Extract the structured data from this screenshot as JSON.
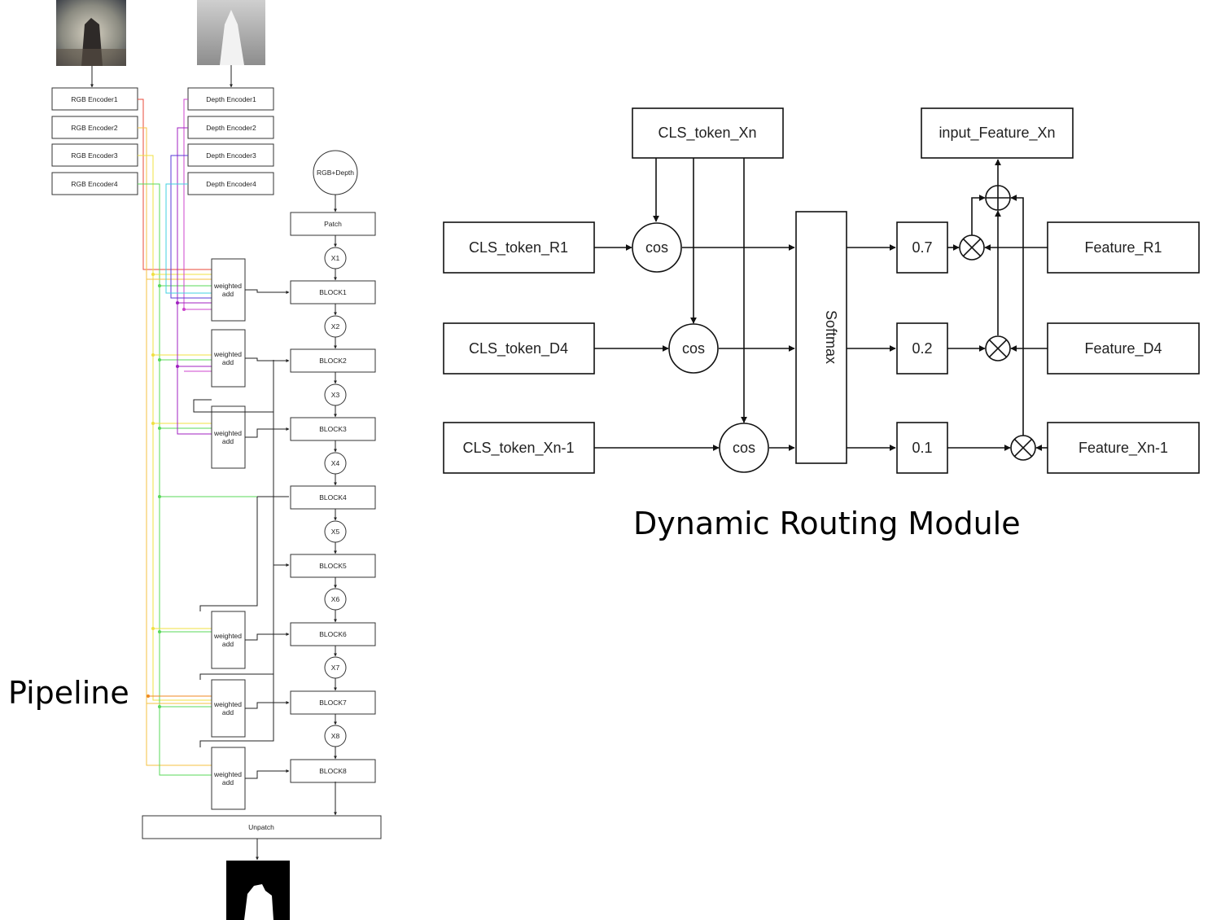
{
  "pipeline": {
    "caption": "Pipeline",
    "rgb_encoders": [
      "RGB Encoder1",
      "RGB Encoder2",
      "RGB Encoder3",
      "RGB Encoder4"
    ],
    "depth_encoders": [
      "Depth Encoder1",
      "Depth Encoder2",
      "Depth Encoder3",
      "Depth Encoder4"
    ],
    "fusion_node": "RGB+Depth",
    "patch": "Patch",
    "tokens": [
      "X1",
      "X2",
      "X3",
      "X4",
      "X5",
      "X6",
      "X7",
      "X8"
    ],
    "blocks": [
      "BLOCK1",
      "BLOCK2",
      "BLOCK3",
      "BLOCK4",
      "BLOCK5",
      "BLOCK6",
      "BLOCK7",
      "BLOCK8"
    ],
    "weighted_add": "weighted\nadd",
    "unpatch": "Unpatch",
    "encoder_colors": {
      "rgb1": "#e84a3a",
      "rgb2": "#f5c242",
      "rgb3": "#f0e040",
      "rgb4": "#5ad85a",
      "depth1": "#cc44cc",
      "depth2": "#a020c0",
      "depth3": "#5a3ad8",
      "depth4": "#40d0e0"
    }
  },
  "routing": {
    "caption": "Dynamic Routing Module",
    "cls_xn": "CLS_token_Xn",
    "input_feature": "input_Feature_Xn",
    "cls_inputs": [
      "CLS_token_R1",
      "CLS_token_D4",
      "CLS_token_Xn-1"
    ],
    "cos_label": "cos",
    "softmax": "Softmax",
    "weights": [
      "0.7",
      "0.2",
      "0.1"
    ],
    "features": [
      "Feature_R1",
      "Feature_D4",
      "Feature_Xn-1"
    ]
  }
}
